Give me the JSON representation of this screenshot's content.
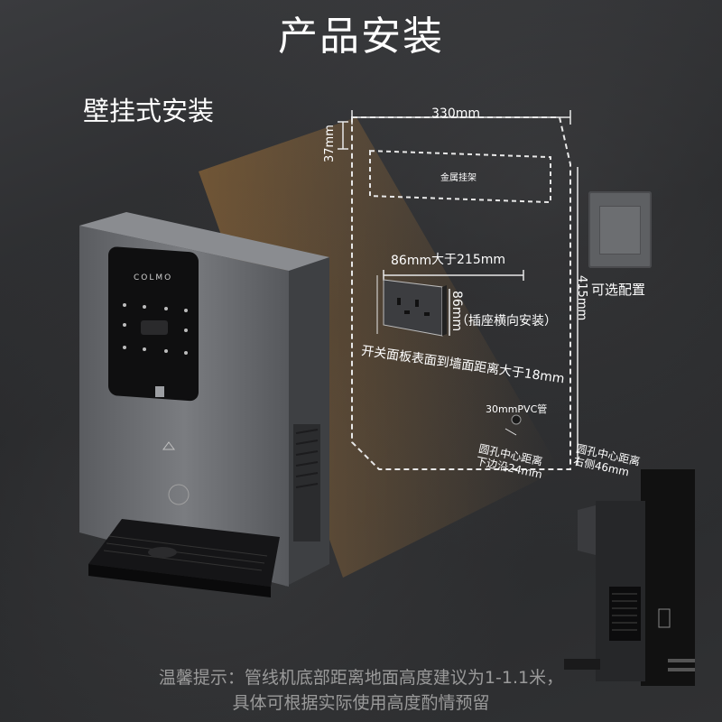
{
  "title": "产品安装",
  "subtitle": "壁挂式安装",
  "brand": "COLMO",
  "dimensions": {
    "width": "330mm",
    "top_offset": "37mm",
    "height": "415mm",
    "socket_distance": "大于215mm",
    "socket_width": "86mm",
    "socket_height": "86mm"
  },
  "labels": {
    "bracket": "金属挂架",
    "socket_orientation": "（插座横向安装）",
    "switch_note": "开关面板表面到墙面距离大于18mm",
    "pvc": "30mmPVC管",
    "hole_bottom": "圆孔中心距离\n下边沿24mm",
    "hole_right": "圆孔中心距离\n右侧46mm",
    "optional": "可选配置"
  },
  "footer": {
    "line1": "温馨提示：管线机底部距离地面高度建议为1-1.1米，",
    "line2": "具体可根据实际使用高度酌情预留"
  },
  "colors": {
    "background": "#2a2b2d",
    "text": "#ffffff",
    "glow": "#c9883a",
    "device_body": "#6e7074"
  }
}
